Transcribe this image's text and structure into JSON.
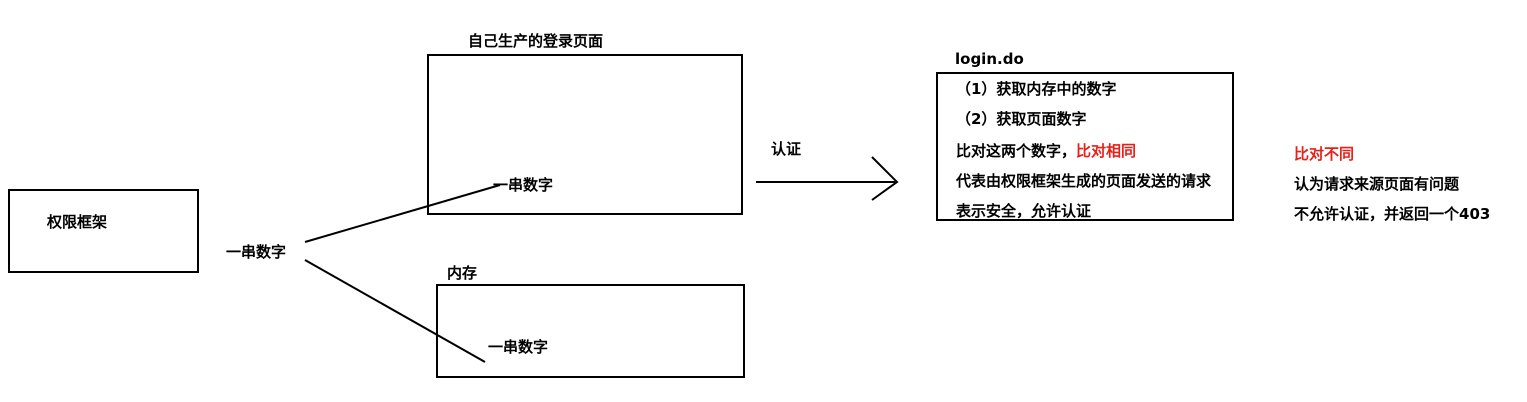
{
  "framework": {
    "label": "权限框架"
  },
  "token_label": "一串数字",
  "login_page": {
    "title": "自己生产的登录页面",
    "content": "一串数字"
  },
  "memory": {
    "title": "内存",
    "content": "一串数字"
  },
  "auth_label": "认证",
  "login_do": {
    "title": "login.do",
    "line1": "（1）获取内存中的数字",
    "line2": "（2）获取页面数字",
    "line3_prefix": "比对这两个数字，",
    "line3_highlight": "比对相同",
    "line4": "代表由权限框架生成的页面发送的请求",
    "line5": "表示安全，允许认证"
  },
  "mismatch": {
    "title": "比对不同",
    "line1": "认为请求来源页面有问题",
    "line2": "不允许认证，并返回一个403"
  },
  "colors": {
    "highlight": "#e8201a",
    "stroke": "#000000"
  }
}
